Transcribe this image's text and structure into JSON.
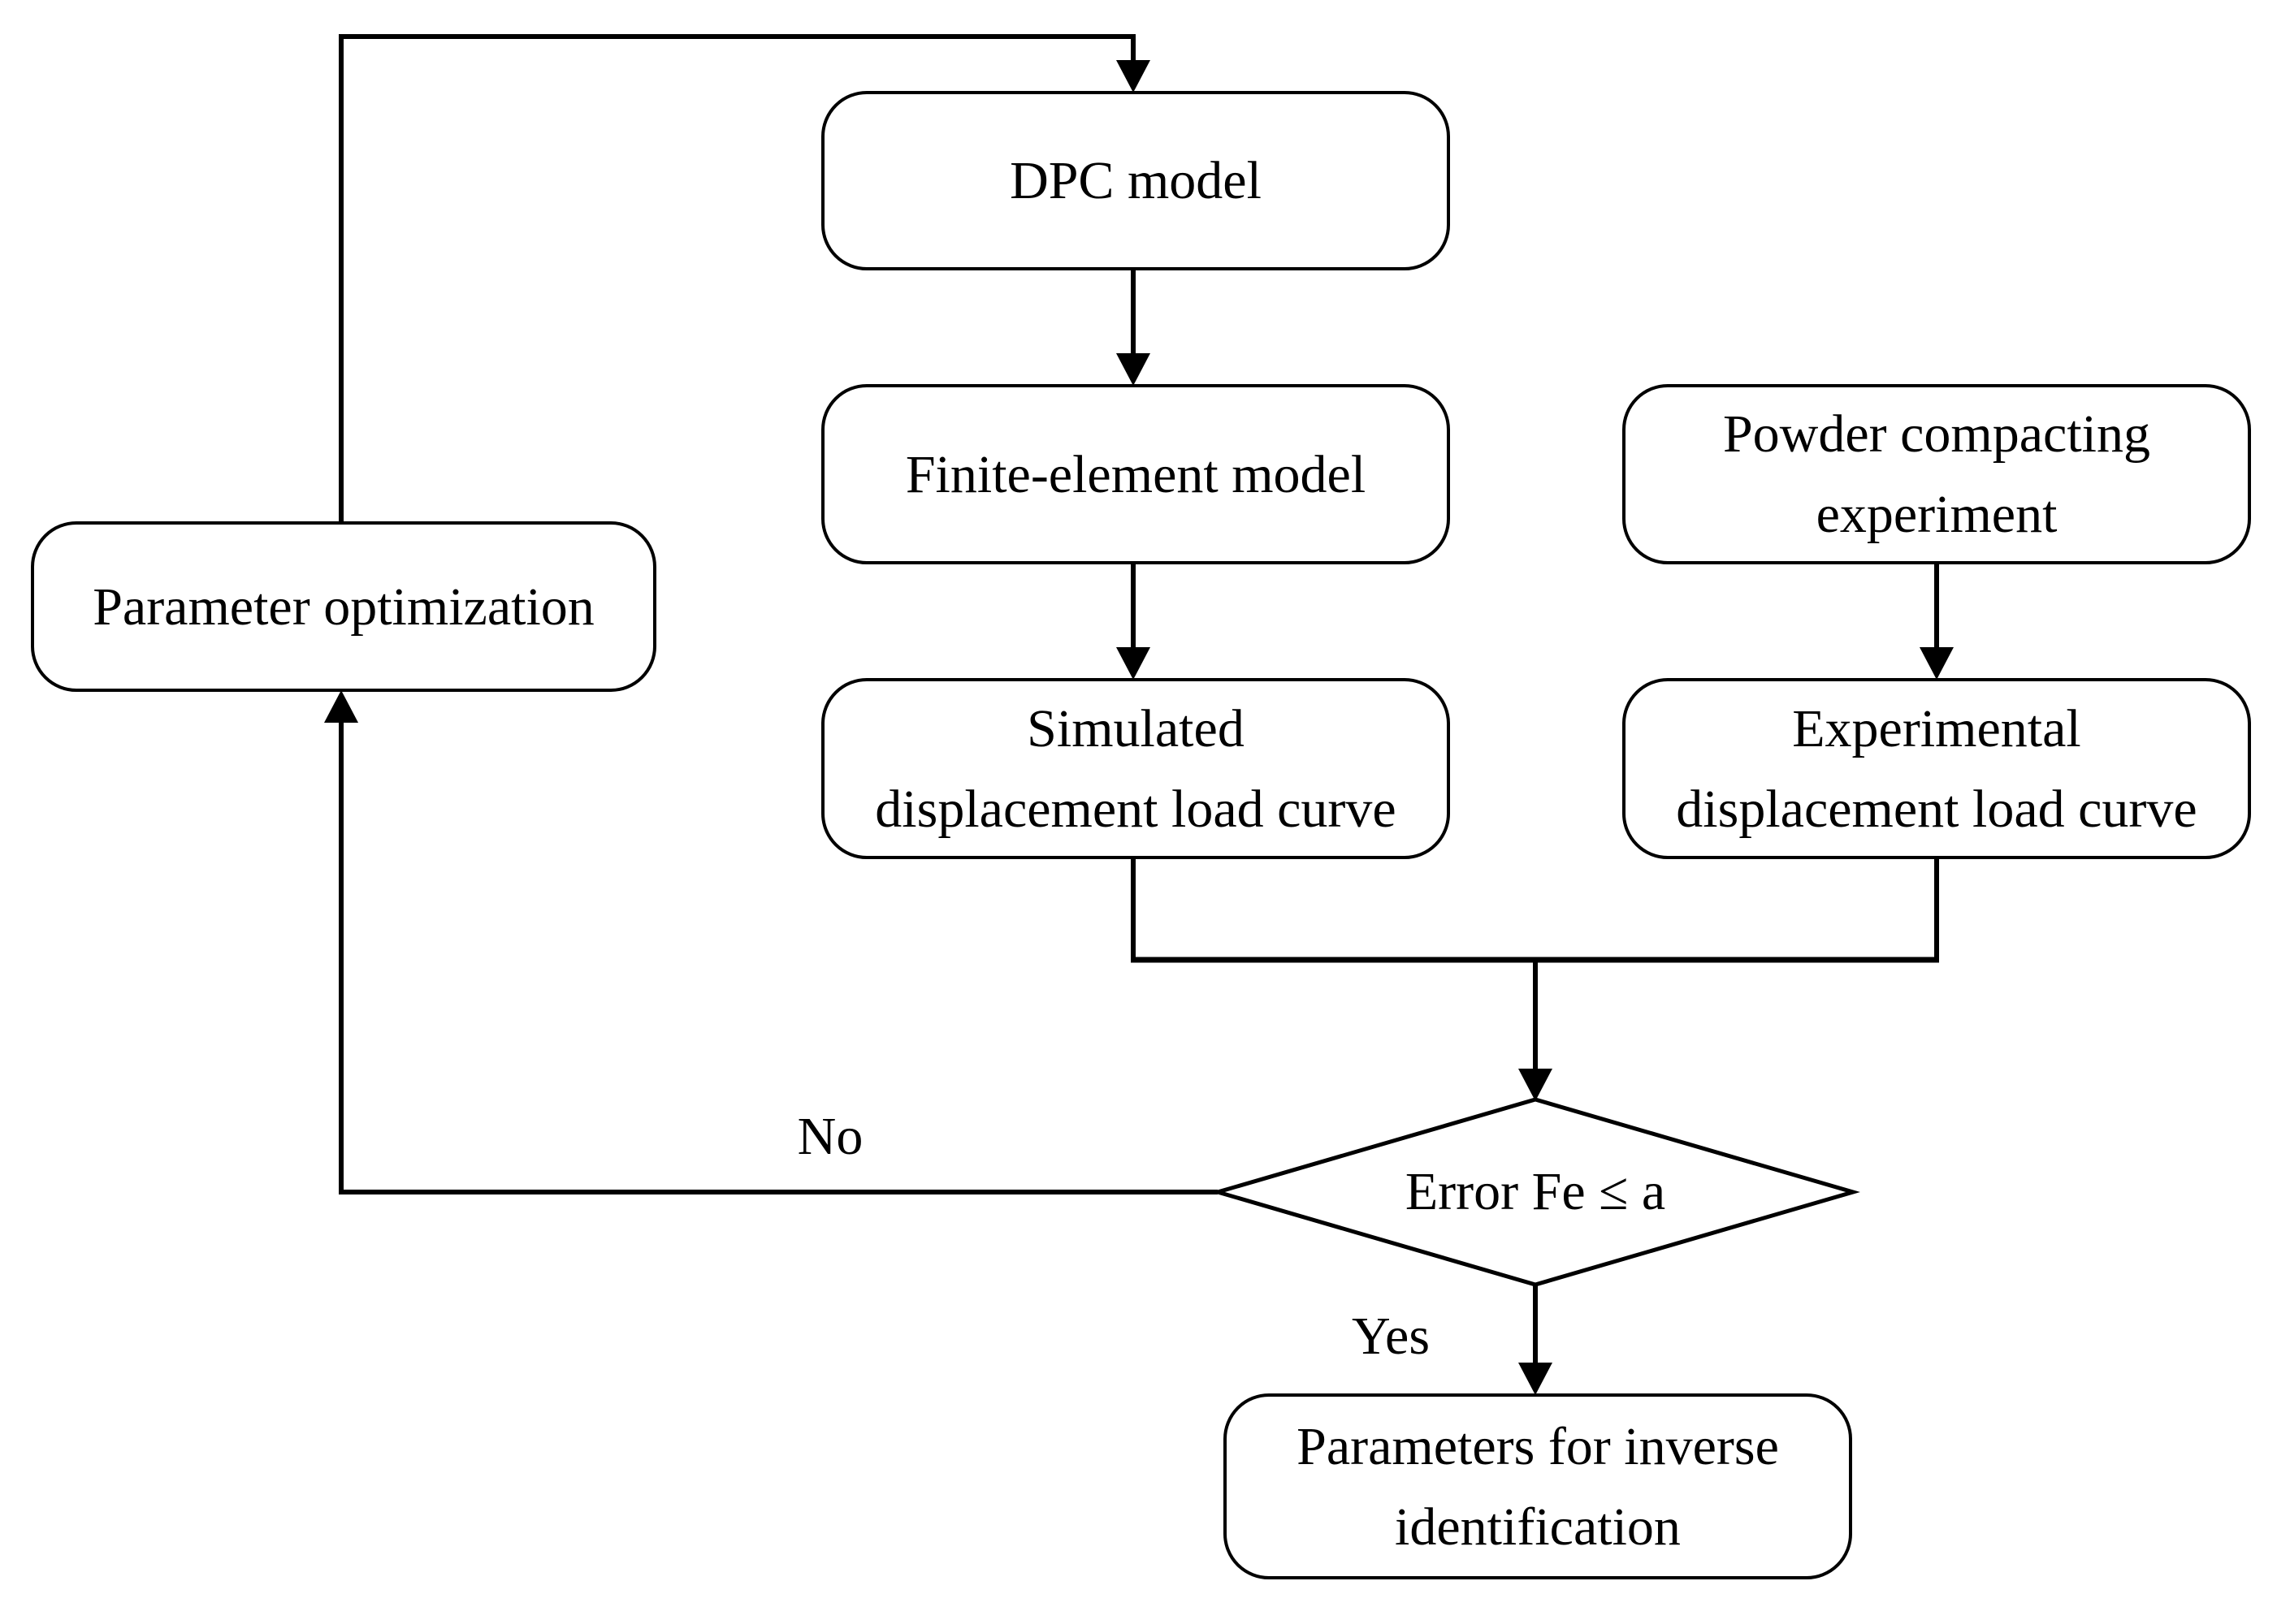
{
  "diagram": {
    "background": "#ffffff",
    "stroke_color": "#000000",
    "text_color": "#000000",
    "nodes": {
      "dpc_model": {
        "lines": [
          "DPC model"
        ]
      },
      "finite_element_model": {
        "lines": [
          "Finite-element model"
        ]
      },
      "powder_compacting_experiment": {
        "lines": [
          "Powder compacting",
          "experiment"
        ]
      },
      "simulated_curve": {
        "lines": [
          "Simulated",
          "displacement load curve"
        ]
      },
      "experimental_curve": {
        "lines": [
          "Experimental",
          "displacement load curve"
        ]
      },
      "parameter_optimization": {
        "lines": [
          "Parameter optimization"
        ]
      },
      "error_decision": {
        "lines": [
          "Error Fe ≤ a"
        ]
      },
      "parameters_inverse": {
        "lines": [
          "Parameters for inverse",
          "identification"
        ]
      }
    },
    "edge_labels": {
      "no": "No",
      "yes": "Yes"
    }
  }
}
